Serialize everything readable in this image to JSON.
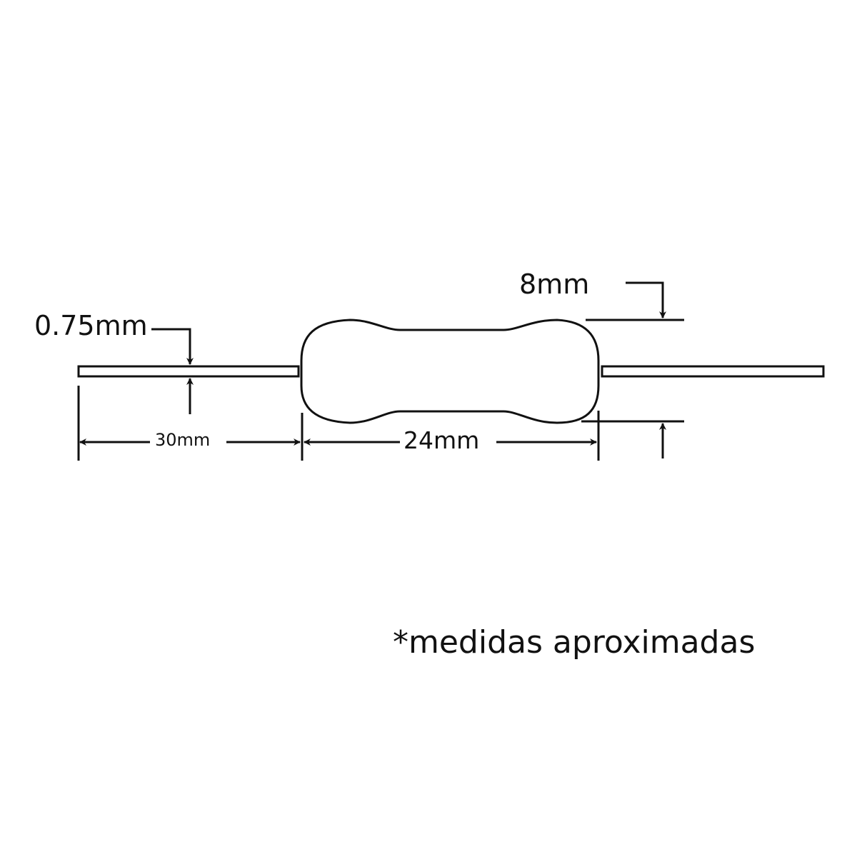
{
  "labels": {
    "lead_diameter": "0.75mm",
    "body_diameter": "8mm",
    "lead_length": "30mm",
    "body_length": "24mm"
  },
  "note": "*medidas aproximadas",
  "colors": {
    "line": "#111111",
    "background": "#ffffff"
  }
}
